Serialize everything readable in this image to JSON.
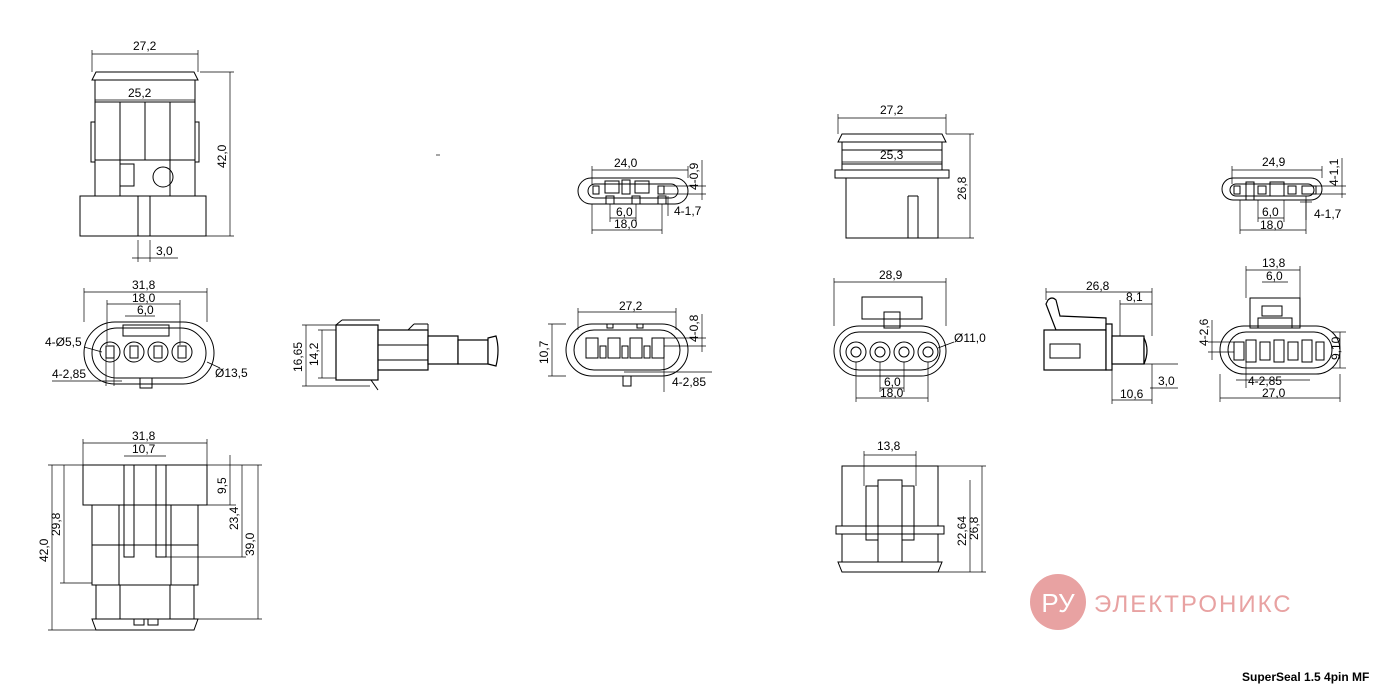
{
  "title": "SuperSeal 1.5 4pin MF",
  "watermark": {
    "logo_text": "РУ",
    "brand": "ЭЛЕКТРОНИКС",
    "color": "#e8a2a2"
  },
  "views": {
    "male_front": {
      "width": "27,2",
      "inner_width": "25,2",
      "height": "42,0",
      "latch": "3,0"
    },
    "male_face": {
      "outer": "31,8",
      "span": "18,0",
      "pitch": "6,0",
      "holes": "4-Ø5,5",
      "pins": "4-2,85",
      "seal": "Ø13,5"
    },
    "male_side_lower": {
      "width": "31,8",
      "slot": "10,7",
      "h1": "29,8",
      "h_total": "42,0",
      "h_top": "9,5",
      "h_mid": "23,4",
      "h_body": "39,0"
    },
    "male_side": {
      "h_outer": "16,65",
      "h_inner": "14,2"
    },
    "male_top": {
      "width": "24,0",
      "tab_w": "4-0,9",
      "tab_h": "4-1,7",
      "pitch": "6,0",
      "span": "18,0"
    },
    "male_end": {
      "width": "27,2",
      "height": "10,7",
      "slot": "4-0,8",
      "pins": "4-2,85"
    },
    "female_front": {
      "width": "27,2",
      "inner_width": "25,3",
      "height": "26,8"
    },
    "female_face": {
      "width": "28,9",
      "pitch": "6,0",
      "span": "18,0",
      "seal": "Ø11,0"
    },
    "female_lower": {
      "width": "13,8",
      "h1": "22,64",
      "h2": "26,8"
    },
    "female_side": {
      "length": "26,8",
      "latch": "8,1",
      "tail": "10,6",
      "tail_h": "3,0"
    },
    "female_top": {
      "width": "24,9",
      "tab_w": "4-1,1",
      "tab_h": "4-1,7",
      "pitch": "6,0",
      "span": "18,0"
    },
    "female_end": {
      "latch_w": "13,8",
      "latch_pitch": "6,0",
      "gap": "4-2,6",
      "height": "9,10",
      "pins": "4-2,85",
      "width": "27,0"
    }
  }
}
